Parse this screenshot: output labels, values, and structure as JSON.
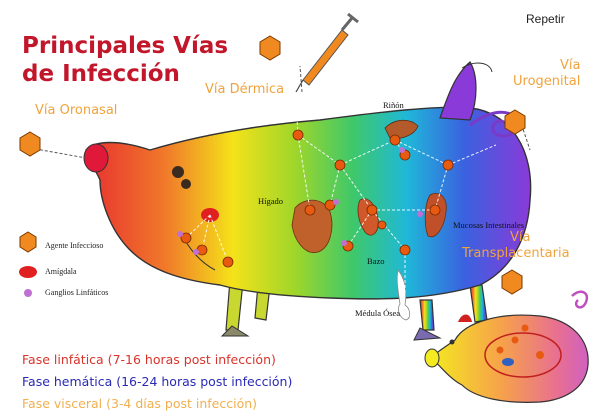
{
  "title_line1": "Principales Vías",
  "title_line2": "de Infección",
  "repeat_label": "Repetir",
  "routes": {
    "oronasal": "Vía Oronasal",
    "dermica": "Vía Dérmica",
    "urogenital_line1": "Vía",
    "urogenital_line2": "Urogenital",
    "transplacentaria_line1": "Vía",
    "transplacentaria_line2": "Transplacentaria"
  },
  "organs": {
    "rinon": "Riñón",
    "higado": "Hígado",
    "mucosas": "Mucosas Intestinales",
    "bazo": "Bazo",
    "medula": "Médula Ósea"
  },
  "legend": {
    "agent": "Agente Infeccioso",
    "amigdala": "Amígdala",
    "ganglio": "Ganglios Linfáticos"
  },
  "phases": [
    {
      "text": "Fase linfática (7-16 horas post infección)",
      "color": "#d9342b"
    },
    {
      "text": "Fase hemática (16-24 horas post infección)",
      "color": "#2a2ab5"
    },
    {
      "text": "Fase visceral (3-4 días post infección)",
      "color": "#f0b050"
    }
  ]
}
